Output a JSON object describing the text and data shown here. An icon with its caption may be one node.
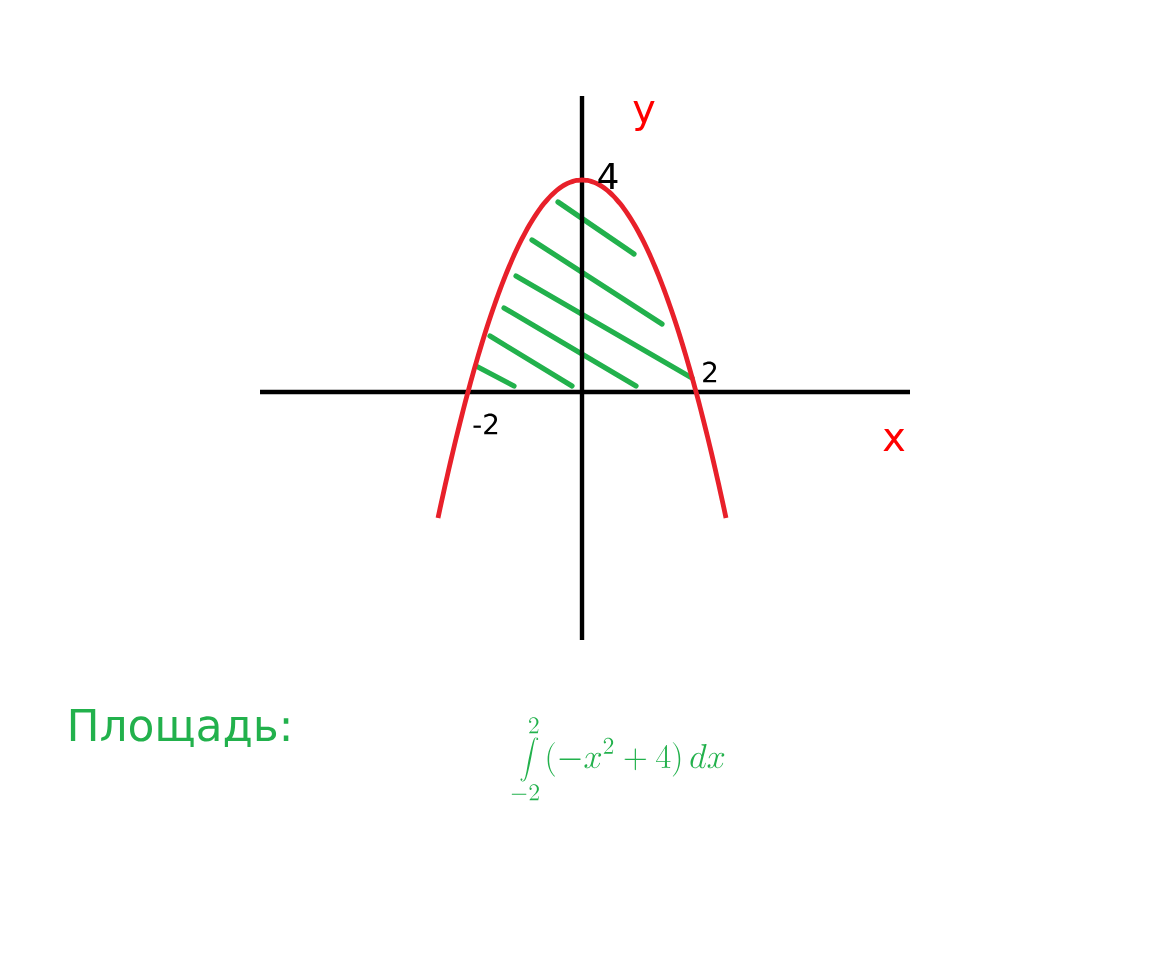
{
  "diagram": {
    "labels": [
      "y",
      "4",
      "2",
      "-2",
      "x",
      "Площадь:",
      "\\int\\limits_{-2}^{2}(-x^2+4)\\,dx"
    ]
  }
}
